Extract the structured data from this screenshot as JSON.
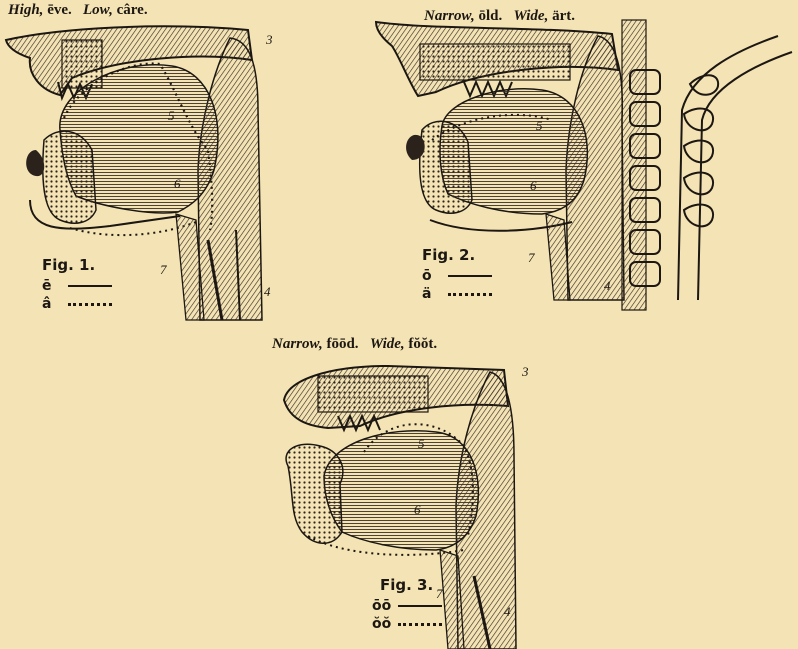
{
  "figures": [
    {
      "caption": {
        "label1": "High,",
        "word1": "ēve.",
        "label2": "Low,",
        "word2": "câre."
      },
      "fig_label": "Fig. 1.",
      "legend": [
        {
          "symbol": "ē",
          "style": "solid"
        },
        {
          "symbol": "â",
          "style": "dotted"
        }
      ],
      "numbers": [
        "3",
        "5",
        "6",
        "7",
        "4"
      ]
    },
    {
      "caption": {
        "label1": "Narrow,",
        "word1": "ōld.",
        "label2": "Wide,",
        "word2": "ärt."
      },
      "fig_label": "Fig. 2.",
      "legend": [
        {
          "symbol": "ō",
          "style": "solid"
        },
        {
          "symbol": "ä",
          "style": "dotted"
        }
      ],
      "numbers": [
        "5",
        "6",
        "7",
        "4"
      ]
    },
    {
      "caption": {
        "label1": "Narrow,",
        "word1": "fōōd.",
        "label2": "Wide,",
        "word2": "fŏŏt."
      },
      "fig_label": "Fig. 3.",
      "legend": [
        {
          "symbol": "ōō",
          "style": "solid"
        },
        {
          "symbol": "ŏŏ",
          "style": "dotted"
        }
      ],
      "numbers": [
        "3",
        "5",
        "6",
        "7",
        "4"
      ]
    }
  ]
}
